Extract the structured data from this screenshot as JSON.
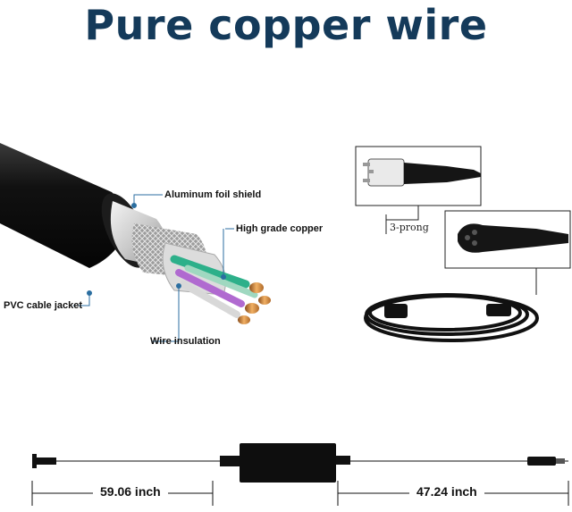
{
  "title": "Pure copper wire",
  "labels": {
    "foil_shield": "Aluminum foil shield",
    "copper": "High grade copper",
    "jacket": "PVC cable jacket",
    "insulation": "Wire insulation",
    "prong": "3-prong"
  },
  "dimensions": {
    "left_length": "59.06 inch",
    "right_length": "47.24 inch"
  },
  "colors": {
    "title": "#143a5a",
    "cable": "#1a1a1a"
  }
}
